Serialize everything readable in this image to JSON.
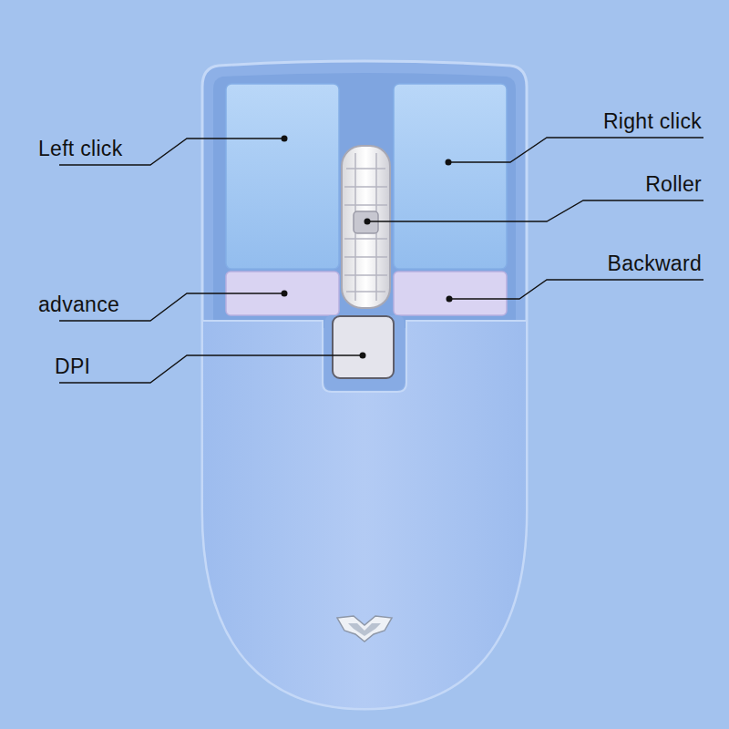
{
  "diagram": {
    "labels": [
      "Left click",
      "Right click",
      "Roller",
      "Backward",
      "advance",
      "DPI"
    ]
  }
}
